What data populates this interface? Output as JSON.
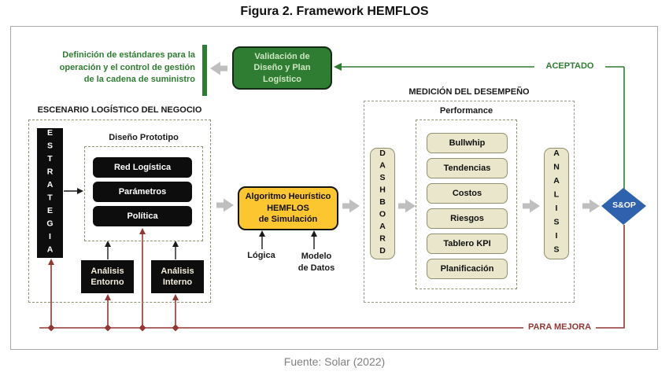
{
  "palette": {
    "green": "#2e7d32",
    "maroon": "#943634",
    "yellow": "#fcc630",
    "beige": "#eae6cb",
    "blue": "#2f62ae",
    "gray_arrow": "#bfbfbf",
    "black_box": "#0d0d0d"
  },
  "title": "Figura 2. Framework HEMFLOS",
  "source": "Fuente: Solar (2022)",
  "validation": {
    "note_lines": [
      "Definición de estándares para la",
      "operación y el control de gestión",
      "de la cadena de suministro"
    ],
    "box_lines": [
      "Validación de",
      "Diseño y Plan",
      "Logístico"
    ],
    "accepted_label": "ACEPTADO"
  },
  "scenario": {
    "header": "ESCENARIO LOGÍSTICO DEL NEGOCIO",
    "strategy_label": "ESTRATEGIA",
    "prototype": {
      "label": "Diseño Prototipo",
      "items": [
        "Red Logística",
        "Parámetros",
        "Política"
      ]
    },
    "analysis_boxes": [
      "Análisis Entorno",
      "Análisis Interno"
    ]
  },
  "algorithm": {
    "box_lines": [
      "Algoritmo Heurístico",
      "HEMFLOS",
      "de Simulación"
    ],
    "input_logic": "Lógica",
    "input_model_lines": [
      "Modelo",
      "de Datos"
    ]
  },
  "measurement": {
    "header": "MEDICIÓN DEL DESEMPEÑO",
    "dashboard_label": "DASHBOARD",
    "performance": {
      "label": "Performance",
      "items": [
        "Bullwhip",
        "Tendencias",
        "Costos",
        "Riesgos",
        "Tablero KPI",
        "Planificación"
      ]
    },
    "analysis_label": "ANALISIS"
  },
  "decision": {
    "sop_label": "S&OP",
    "improve_label": "PARA MEJORA"
  }
}
